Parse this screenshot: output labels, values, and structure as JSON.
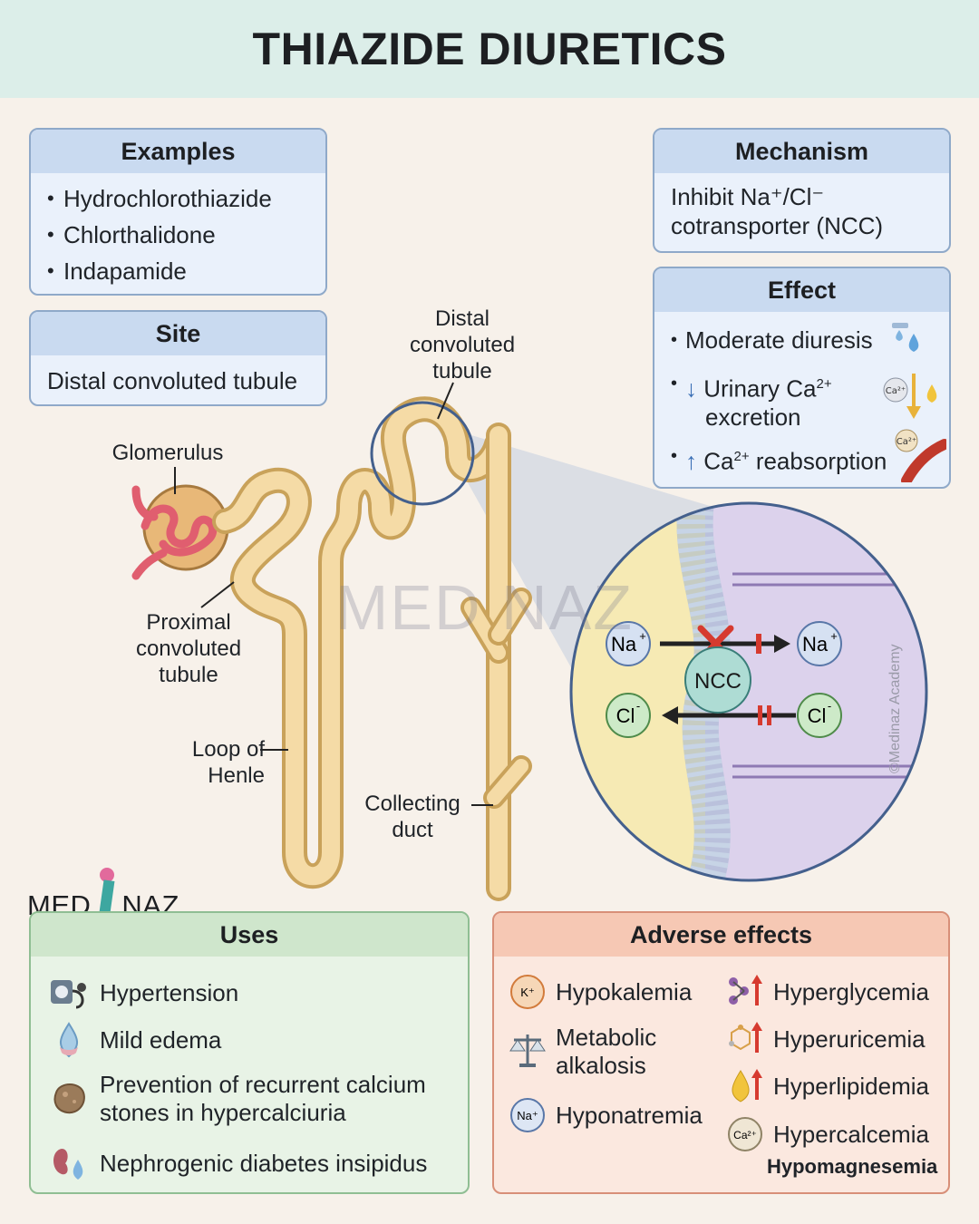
{
  "title": "THIAZIDE DIURETICS",
  "examples": {
    "heading": "Examples",
    "items": [
      "Hydrochlorothiazide",
      "Chlorthalidone",
      "Indapamide"
    ]
  },
  "site": {
    "heading": "Site",
    "text": "Distal convoluted tubule"
  },
  "mechanism": {
    "heading": "Mechanism",
    "line1": "Inhibit Na⁺/Cl⁻",
    "line2": "cotransporter (NCC)"
  },
  "effect": {
    "heading": "Effect",
    "item1": "Moderate diuresis",
    "item2_arrow": "↓",
    "item2_line1": "Urinary Ca",
    "item2_sup": "2+",
    "item2_line2": "excretion",
    "item3_arrow": "↑",
    "item3_a": "Ca",
    "item3_sup": "2+",
    "item3_b": " reabsorption"
  },
  "diagram": {
    "glomerulus": "Glomerulus",
    "pct_l1": "Proximal",
    "pct_l2": "convoluted",
    "pct_l3": "tubule",
    "dct_l1": "Distal",
    "dct_l2": "convoluted",
    "dct_l3": "tubule",
    "loop_l1": "Loop of",
    "loop_l2": "Henle",
    "cd_l1": "Collecting",
    "cd_l2": "duct",
    "na": "Na",
    "na_sup": "+",
    "cl": "Cl",
    "cl_sup": "-",
    "ncc": "NCC",
    "copyright": "©Medinaz Academy",
    "watermark": "MED NAZ"
  },
  "brand": {
    "left": "MED",
    "right": "NAZ"
  },
  "uses": {
    "heading": "Uses",
    "items": [
      "Hypertension",
      "Mild edema",
      "Prevention of recurrent calcium",
      "stones in hypercalciuria",
      "Nephrogenic diabetes insipidus"
    ]
  },
  "adverse": {
    "heading": "Adverse effects",
    "hypokalemia": "Hypokalemia",
    "metabolic_l1": "Metabolic",
    "metabolic_l2": "alkalosis",
    "hyponatremia": "Hyponatremia",
    "hyperglycemia": "Hyperglycemia",
    "hyperuricemia": "Hyperuricemia",
    "hyperlipidemia": "Hyperlipidemia",
    "hypercalcemia": "Hypercalcemia",
    "hypomagnesemia": "Hypomagnesemia",
    "k_badge": "K⁺",
    "na_badge": "Na⁺",
    "ca_badge": "Ca²⁺"
  },
  "colors": {
    "header_bg": "#dceee9",
    "blue_card": "#c9daf0",
    "green_card": "#cfe6cc",
    "red_card": "#f6c8b4",
    "tubule": "#f1d39a",
    "block_red": "#d63a2f"
  }
}
